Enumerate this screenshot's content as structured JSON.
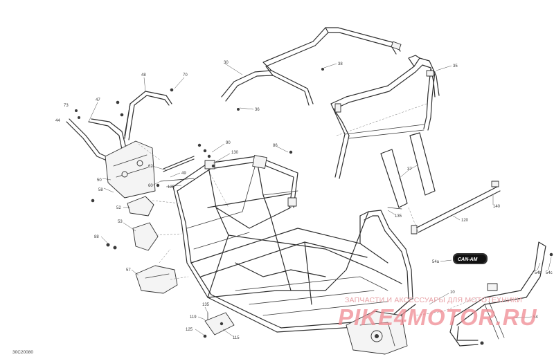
{
  "diagram": {
    "figure_code": "30C20080",
    "callouts": {
      "c30": "30",
      "c38": "38",
      "c35": "35",
      "c36": "36",
      "c48": "48",
      "c70": "70",
      "c47": "47",
      "c73": "73",
      "c44": "44",
      "c90": "90",
      "c130": "130",
      "c86": "86",
      "c62": "62",
      "c49": "49",
      "c60": "60",
      "c125a": "125",
      "c50": "50",
      "c58": "58",
      "c37": "37",
      "c140": "140",
      "c52": "52",
      "c135a": "135",
      "c53": "53",
      "c120": "120",
      "c88": "88",
      "c54a": "54a",
      "c54b": "54b",
      "c54c": "54c",
      "c57": "57",
      "c10": "10",
      "c135b": "135",
      "c119": "119",
      "c125b": "125",
      "c115": "115",
      "c54": "54"
    },
    "badge": "CAN-AM"
  },
  "watermark": {
    "line1": "ЗАПЧАСТИ И АКСЕССУАРЫ ДЛЯ МОТОТЕХНИКИ",
    "line2": "PIKE4MOTOR.RU"
  }
}
